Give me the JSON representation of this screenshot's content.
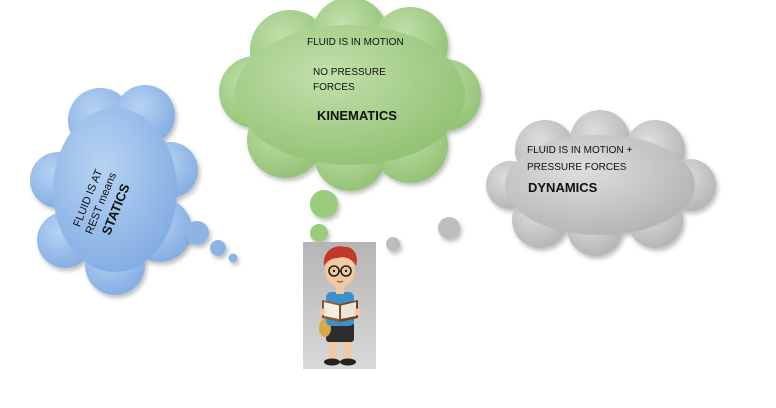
{
  "colors": {
    "blue_cloud": "#9cc0ea",
    "green_cloud": "#a9d18e",
    "gray_cloud": "#c8c8c8",
    "background": "#ffffff"
  },
  "green_bubble": {
    "line1": "FLUID IS IN MOTION",
    "line2": "NO PRESSURE",
    "line3": "FORCES",
    "label": "KINEMATICS"
  },
  "blue_bubble": {
    "line1": "FLUID IS AT",
    "line2": "REST means",
    "label": "STATICS"
  },
  "gray_bubble": {
    "line1": "FLUID IS IN MOTION +",
    "line2": "PRESSURE FORCES",
    "label": "DYNAMICS"
  },
  "figure": {
    "icon": "boy-reading-book-icon"
  }
}
